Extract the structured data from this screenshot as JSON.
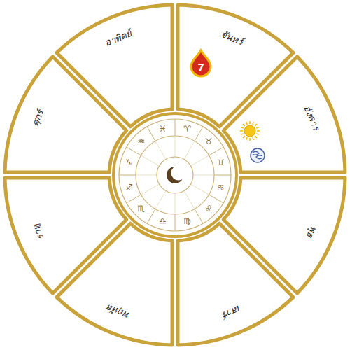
{
  "diagram": {
    "nodes": [
      {
        "text": [
          "อาทิตย์"
        ]
      },
      {
        "text": [
          "จันทร์"
        ]
      },
      {
        "text": [
          "อังคาร"
        ]
      },
      {
        "text": [
          "พุธ"
        ]
      },
      {
        "text": [
          "เสาร์"
        ]
      },
      {
        "text": [
          "พฤหัส"
        ]
      },
      {
        "text": [
          "ราหู"
        ]
      },
      {
        "text": [
          "ศุกร์"
        ]
      }
    ],
    "labels": [
      "7",
      "♈",
      "♉",
      "♊",
      "♋",
      "♌",
      "♍",
      "♎",
      "♏",
      "♐",
      "♑",
      "♒",
      "♓"
    ]
  }
}
